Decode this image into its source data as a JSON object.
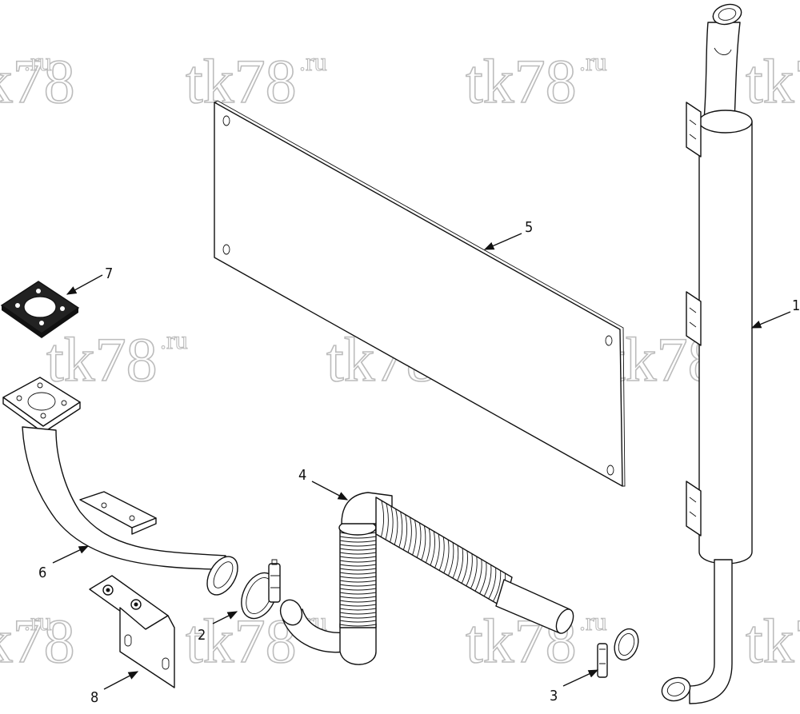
{
  "watermark": {
    "main": "tk78",
    "sup": ".ru"
  },
  "callouts": [
    {
      "id": "1",
      "text": "1"
    },
    {
      "id": "2",
      "text": "2"
    },
    {
      "id": "3",
      "text": "3"
    },
    {
      "id": "4",
      "text": "4"
    },
    {
      "id": "5",
      "text": "5"
    },
    {
      "id": "6",
      "text": "6"
    },
    {
      "id": "7",
      "text": "7"
    },
    {
      "id": "8",
      "text": "8"
    }
  ]
}
